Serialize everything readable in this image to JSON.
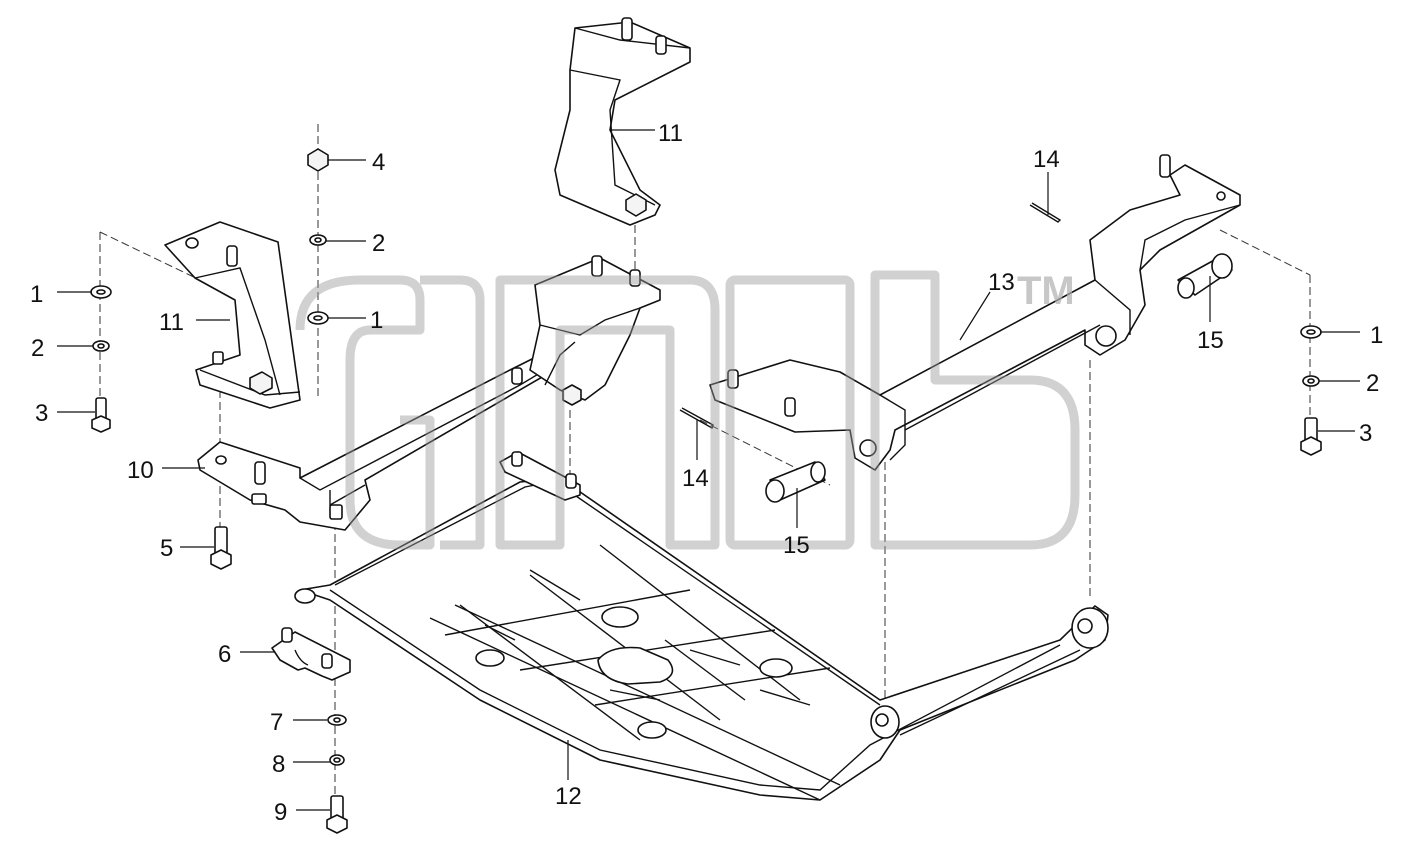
{
  "callouts": {
    "c1_left": "1",
    "c2_left": "2",
    "c3_left": "3",
    "c11_left": "11",
    "c10": "10",
    "c5": "5",
    "c6": "6",
    "c7": "7",
    "c8": "8",
    "c9": "9",
    "c4": "4",
    "c2_center": "2",
    "c1_center": "1",
    "c11_top": "11",
    "c12": "12",
    "c13": "13",
    "c14_top": "14",
    "c14_center": "14",
    "c15_right": "15",
    "c15_center": "15",
    "c1_right": "1",
    "c2_right": "2",
    "c3_right": "3"
  },
  "watermark": {
    "trademark": "TM"
  }
}
